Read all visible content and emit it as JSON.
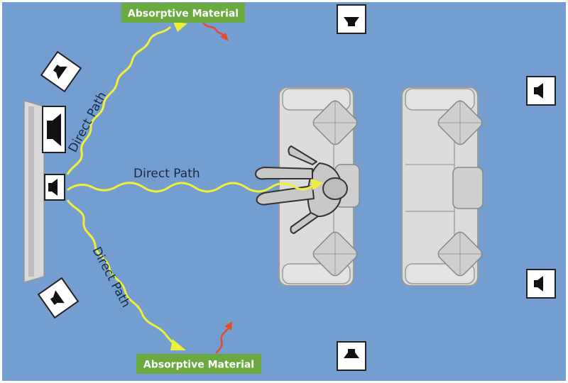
{
  "labels": {
    "absorptive_top": "Absorptive Material",
    "absorptive_bottom": "Absorptive Material",
    "path_upper": "Direct Path",
    "path_center": "Direct Path",
    "path_lower": "Direct Path"
  },
  "colors": {
    "room": "#739ecf",
    "absorptive": "#6aaa3e",
    "path": "#f0f03a",
    "reflection": "#e84a2a",
    "sofa": "#dcdcdc",
    "speaker_box": "#ffffff"
  },
  "icons": {
    "speaker": "speaker-icon",
    "person": "listener-icon",
    "sofa": "sofa-icon"
  }
}
